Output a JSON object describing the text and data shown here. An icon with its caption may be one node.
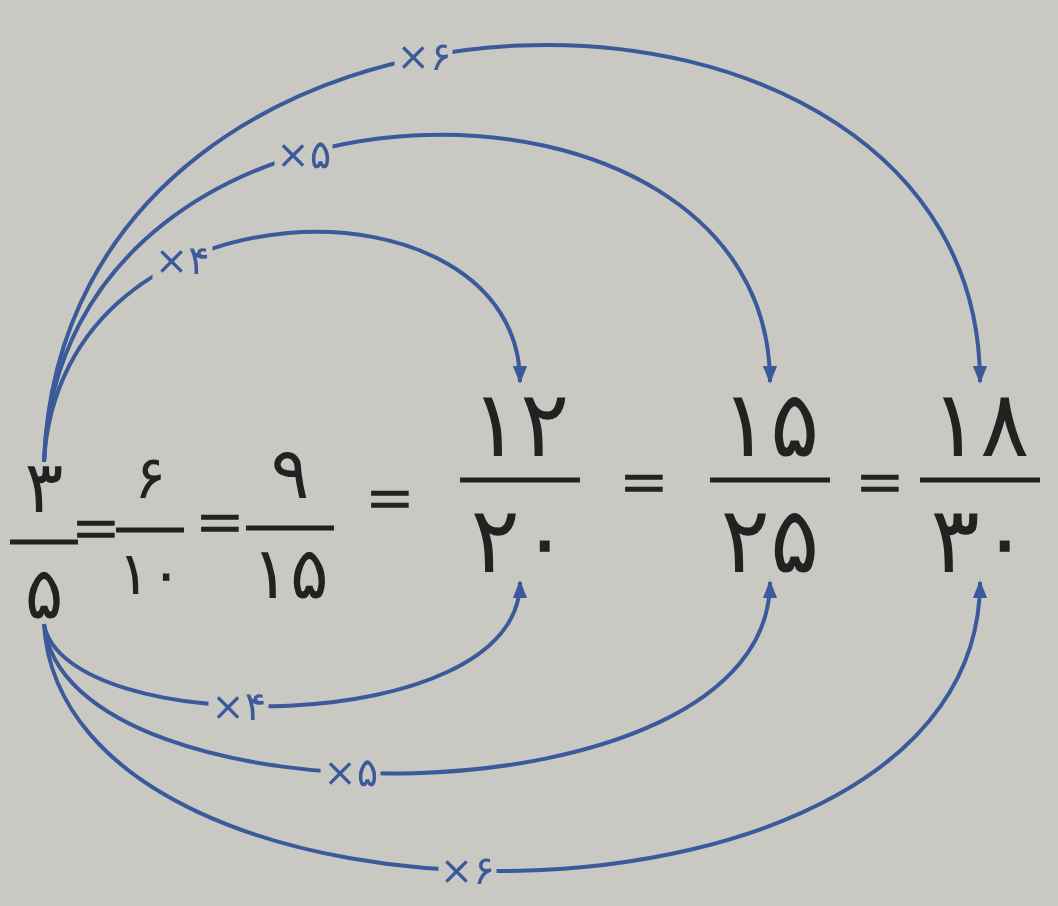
{
  "diagram": {
    "nodes": [
      {
        "text": [
          "۳"
        ]
      },
      {
        "text": [
          "۵"
        ]
      },
      {
        "text": [
          "۶"
        ]
      },
      {
        "text": [
          "۱۰"
        ]
      },
      {
        "text": [
          "۹"
        ]
      },
      {
        "text": [
          "۱۵"
        ]
      },
      {
        "text": [
          "۱۲"
        ]
      },
      {
        "text": [
          "۲۰"
        ]
      },
      {
        "text": [
          "۱۵"
        ]
      },
      {
        "text": [
          "۲۵"
        ]
      },
      {
        "text": [
          "۱۸"
        ]
      },
      {
        "text": [
          "۳۰"
        ]
      }
    ],
    "edges": [
      {
        "from": 0,
        "to": 6,
        "arrow": "to",
        "label": "×۴"
      },
      {
        "from": 0,
        "to": 8,
        "arrow": "to",
        "label": "×۵"
      },
      {
        "from": 0,
        "to": 10,
        "arrow": "to",
        "label": "×۶"
      },
      {
        "from": 1,
        "to": 7,
        "arrow": "to",
        "label": "×۴"
      },
      {
        "from": 1,
        "to": 9,
        "arrow": "to",
        "label": "×۵"
      },
      {
        "from": 1,
        "to": 11,
        "arrow": "to",
        "label": "×۶"
      }
    ],
    "labels": [
      "=",
      "=",
      "=",
      "=",
      "="
    ]
  }
}
